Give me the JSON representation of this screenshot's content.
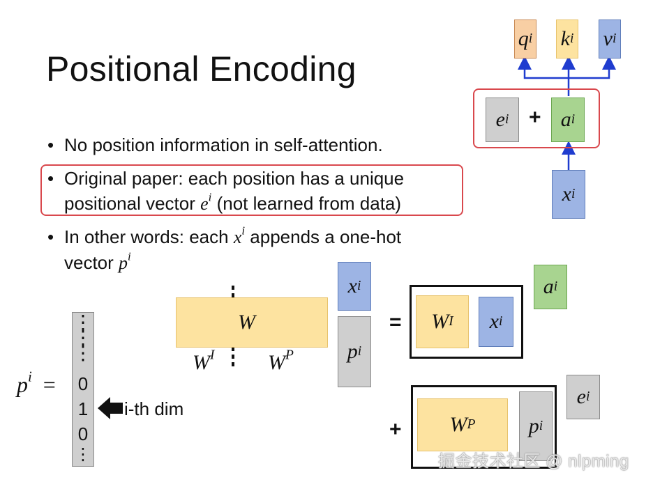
{
  "title": "Positional Encoding",
  "bullets": {
    "b1": "No position information in self-attention.",
    "b2_line1": "Original paper: each position has a unique",
    "b2_line2_pre": "positional vector ",
    "b2_line2_sym": "e",
    "b2_line2_sup": "i",
    "b2_line2_post": " (not learned from data)",
    "b3_line1_pre": "In other words: each ",
    "b3_line1_sym": "x",
    "b3_line1_sup": "i",
    "b3_line1_post": " appends a one-hot",
    "b3_line2_pre": "vector ",
    "b3_line2_sym": "p",
    "b3_line2_sup": "i"
  },
  "top_diagram": {
    "q": "q",
    "k": "k",
    "v": "v",
    "e": "e",
    "a": "a",
    "x": "x",
    "sup": "i",
    "plus": "+"
  },
  "matrix_diagram": {
    "W": "W",
    "WI": "W",
    "WI_sup": "I",
    "WP": "W",
    "WP_sup": "P",
    "x": "x",
    "p": "p",
    "a": "a",
    "e": "e",
    "sup": "i",
    "equals": "=",
    "plus": "+"
  },
  "onehot": {
    "label_sym": "p",
    "label_sup": "i",
    "label_eq": "=",
    "dots_top": "⋮",
    "v0": "0",
    "v1": "1",
    "v2": "0",
    "dots_bottom": "⋮",
    "arrow_label": "i-th dim"
  },
  "watermark": "掘金技术社区 @ nlpming",
  "colors": {
    "red": "#d9484d",
    "blue_arrow": "#1f3ccf",
    "orange": "#f8cfa4",
    "yellow": "#fde3a0",
    "blue": "#9db4e4",
    "green": "#a8d490",
    "gray": "#cfcfcf"
  }
}
